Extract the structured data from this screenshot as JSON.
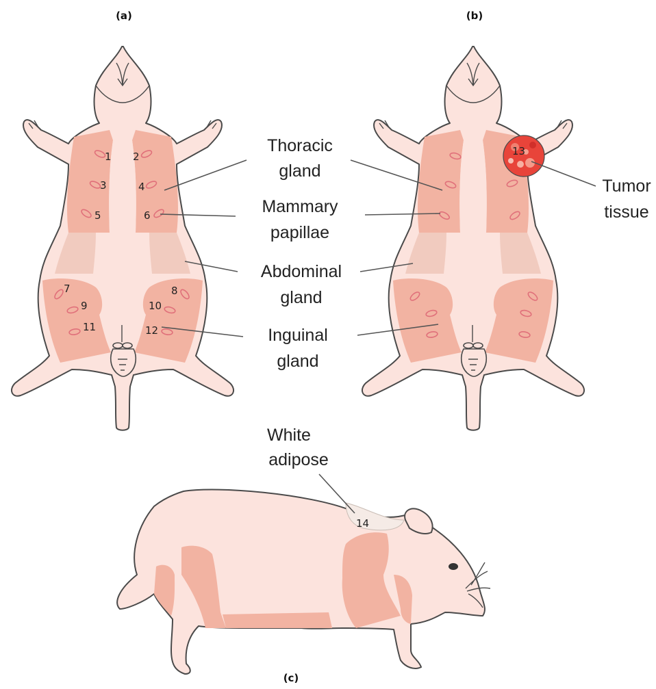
{
  "panels": {
    "a": "(a)",
    "b": "(b)",
    "c": "(c)"
  },
  "gland_numbers": [
    "1",
    "2",
    "3",
    "4",
    "5",
    "6",
    "7",
    "8",
    "9",
    "10",
    "11",
    "12"
  ],
  "tumor_number": "13",
  "adipose_number": "14",
  "callouts": {
    "thoracic": [
      "Thoracic",
      "gland"
    ],
    "mammary": [
      "Mammary",
      "papillae"
    ],
    "abdominal": [
      "Abdominal",
      "gland"
    ],
    "inguinal": [
      "Inguinal",
      "gland"
    ],
    "tumor": [
      "Tumor",
      "tissue"
    ],
    "adipose": [
      "White",
      "adipose"
    ]
  },
  "colors": {
    "skin": "#fce3dd",
    "gland": "#f2b3a2",
    "abdominal_gland": "#f1cbbf",
    "papilla": "#e0707a",
    "tumor": "#e8443a",
    "outline": "#4a4a4a"
  }
}
